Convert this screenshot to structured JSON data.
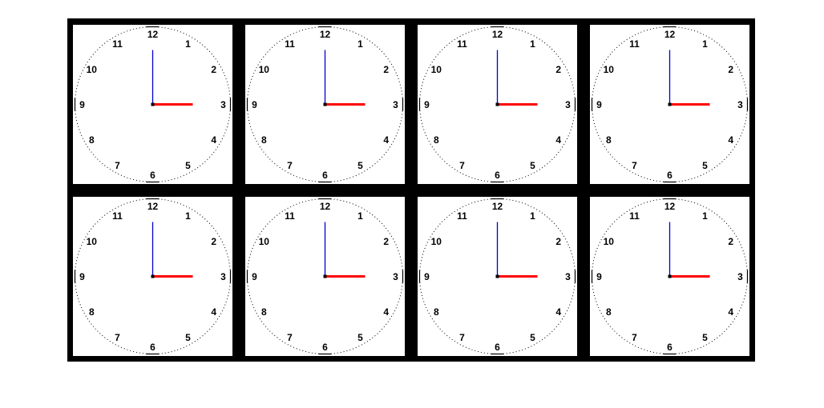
{
  "board": {
    "background_color": "#000000",
    "tile_color": "#ffffff"
  },
  "clock_face": {
    "numbers": [
      "12",
      "1",
      "2",
      "3",
      "4",
      "5",
      "6",
      "7",
      "8",
      "9",
      "10",
      "11"
    ],
    "minute_hand_color": "#0000cc",
    "hour_hand_color": "#ff0000",
    "rim_style": "dotted"
  },
  "clocks": [
    {
      "label": "clock-1",
      "row": 1,
      "col": 1,
      "hour": 3,
      "minute": 0
    },
    {
      "label": "clock-2",
      "row": 1,
      "col": 2,
      "hour": 3,
      "minute": 0
    },
    {
      "label": "clock-3",
      "row": 1,
      "col": 3,
      "hour": 3,
      "minute": 0
    },
    {
      "label": "clock-4",
      "row": 1,
      "col": 4,
      "hour": 3,
      "minute": 0
    },
    {
      "label": "clock-5",
      "row": 2,
      "col": 1,
      "hour": 3,
      "minute": 0
    },
    {
      "label": "clock-6",
      "row": 2,
      "col": 2,
      "hour": 3,
      "minute": 0
    },
    {
      "label": "clock-7",
      "row": 2,
      "col": 3,
      "hour": 3,
      "minute": 0
    },
    {
      "label": "clock-8",
      "row": 2,
      "col": 4,
      "hour": 3,
      "minute": 0
    }
  ]
}
